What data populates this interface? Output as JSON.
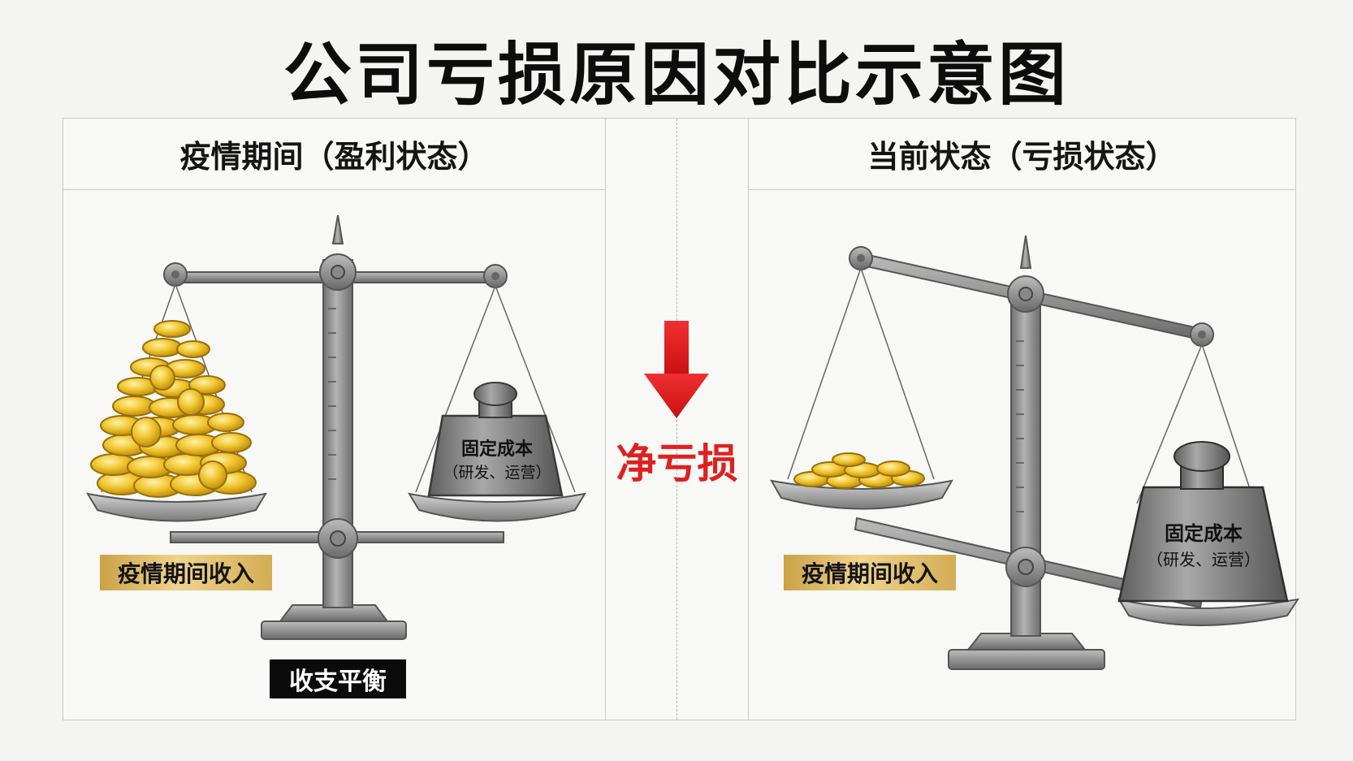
{
  "title": "公司亏损原因对比示意图",
  "left_panel": {
    "heading": "疫情期间（盈利状态）",
    "income_label": "疫情期间收入",
    "weight_label_main": "固定成本",
    "weight_label_sub": "（研发、运营）",
    "balance_label": "收支平衡"
  },
  "middle": {
    "result_label": "净亏损"
  },
  "right_panel": {
    "heading": "当前状态（亏损状态）",
    "income_label": "疫情期间收入",
    "weight_label_main": "固定成本",
    "weight_label_sub": "（研发、运营）"
  },
  "colors": {
    "gold": "#e8b923",
    "steel": "#8a8a8a",
    "loss_red": "#e02020"
  },
  "icons": [
    "balance-scale-icon",
    "coin-stack-icon",
    "weight-icon",
    "down-arrow-icon"
  ]
}
